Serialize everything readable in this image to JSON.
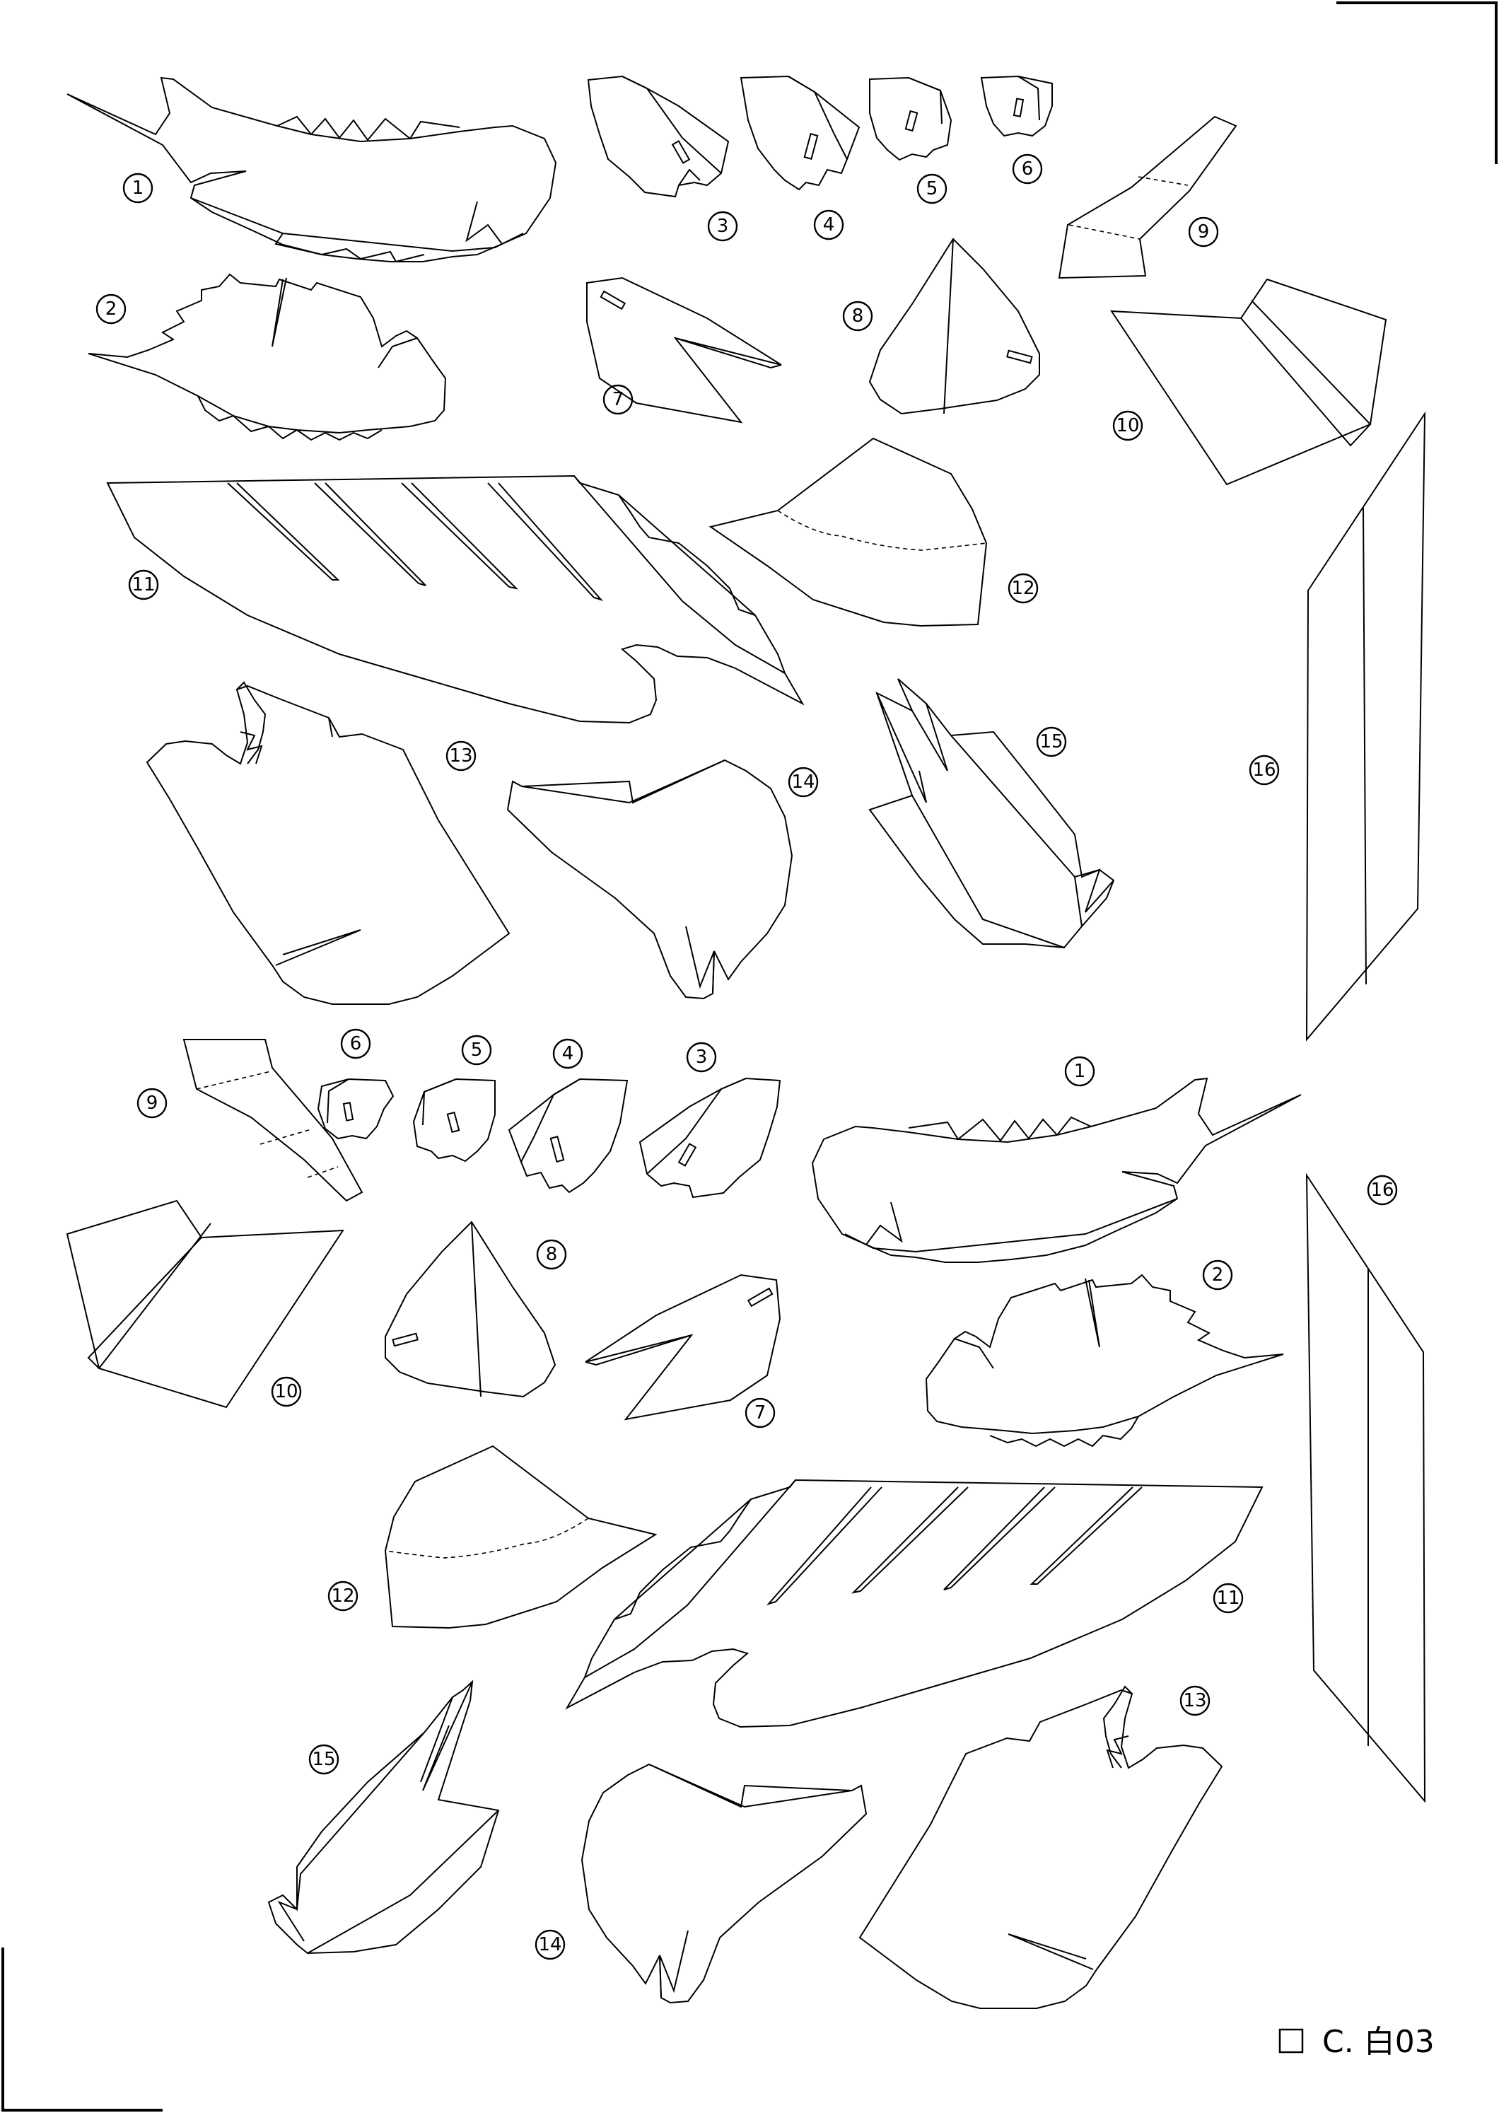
{
  "sheet": {
    "code": "C. 白03"
  },
  "labels_top": [
    {
      "id": "1",
      "text": "1"
    },
    {
      "id": "2",
      "text": "2"
    },
    {
      "id": "3",
      "text": "3"
    },
    {
      "id": "4",
      "text": "4"
    },
    {
      "id": "5",
      "text": "5"
    },
    {
      "id": "6",
      "text": "6"
    },
    {
      "id": "7",
      "text": "7"
    },
    {
      "id": "8",
      "text": "8"
    },
    {
      "id": "9",
      "text": "9"
    },
    {
      "id": "10",
      "text": "10"
    },
    {
      "id": "11",
      "text": "11"
    },
    {
      "id": "12",
      "text": "12"
    },
    {
      "id": "13",
      "text": "13"
    },
    {
      "id": "14",
      "text": "14"
    },
    {
      "id": "15",
      "text": "15"
    },
    {
      "id": "16",
      "text": "16"
    }
  ],
  "labels_bottom": [
    {
      "id": "1",
      "text": "1"
    },
    {
      "id": "2",
      "text": "2"
    },
    {
      "id": "3",
      "text": "3"
    },
    {
      "id": "4",
      "text": "4"
    },
    {
      "id": "5",
      "text": "5"
    },
    {
      "id": "6",
      "text": "6"
    },
    {
      "id": "7",
      "text": "7"
    },
    {
      "id": "8",
      "text": "8"
    },
    {
      "id": "9",
      "text": "9"
    },
    {
      "id": "10",
      "text": "10"
    },
    {
      "id": "11",
      "text": "11"
    },
    {
      "id": "12",
      "text": "12"
    },
    {
      "id": "13",
      "text": "13"
    },
    {
      "id": "14",
      "text": "14"
    },
    {
      "id": "15",
      "text": "15"
    },
    {
      "id": "16",
      "text": "16"
    }
  ]
}
